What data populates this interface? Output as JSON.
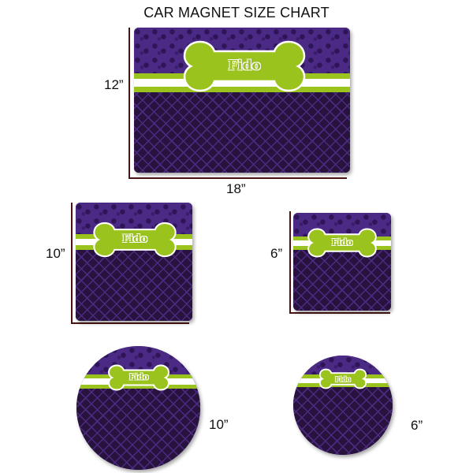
{
  "title": "CAR MAGNET SIZE CHART",
  "colors": {
    "purple_top": "#4b2a86",
    "purple_dark": "#28133f",
    "lime_green": "#9bc31e",
    "white_stripe": "#ffffff",
    "dimension_line": "#4a1414"
  },
  "magnets": [
    {
      "id": "rect-18x12",
      "shape": "rectangle",
      "name_text": "Fido",
      "height_label": "12”",
      "width_label": "18”"
    },
    {
      "id": "square-10",
      "shape": "square",
      "name_text": "Fido",
      "size_label": "10”"
    },
    {
      "id": "square-6",
      "shape": "square",
      "name_text": "Fido",
      "size_label": "6”"
    },
    {
      "id": "circle-10",
      "shape": "circle",
      "name_text": "Fido",
      "size_label": "10”"
    },
    {
      "id": "circle-6",
      "shape": "circle",
      "name_text": "Fido",
      "size_label": "6”"
    }
  ]
}
